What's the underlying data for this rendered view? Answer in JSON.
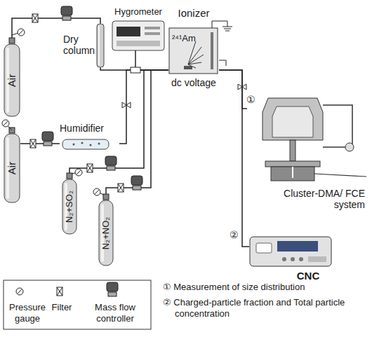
{
  "diagram": {
    "nodes": [
      {
        "text": [
          "Air"
        ]
      },
      {
        "text": [
          "Dry column"
        ]
      },
      {
        "text": [
          "Hygrometer"
        ]
      },
      {
        "text": [
          "Humidifier"
        ]
      },
      {
        "text": [
          "Air"
        ]
      },
      {
        "text": [
          "N₂+SO₂"
        ]
      },
      {
        "text": [
          "N₂+NO₂"
        ]
      },
      {
        "text": [
          "Ionizer",
          "²⁴¹Am"
        ]
      },
      {
        "text": [
          "Cluster-DMA/ FCE system"
        ]
      },
      {
        "text": [
          "CNC"
        ]
      }
    ],
    "edges": [
      {
        "from": 0,
        "to": 1,
        "arrow": "none"
      },
      {
        "from": 1,
        "to": 7,
        "arrow": "none"
      },
      {
        "from": 4,
        "to": 3,
        "arrow": "none"
      },
      {
        "from": 3,
        "to": 7,
        "arrow": "none"
      },
      {
        "from": 2,
        "to": 7,
        "arrow": "none"
      },
      {
        "from": 5,
        "to": 7,
        "arrow": "none"
      },
      {
        "from": 6,
        "to": 7,
        "arrow": "none"
      },
      {
        "from": 7,
        "to": 8,
        "label": "①",
        "arrow": "none"
      },
      {
        "from": 7,
        "to": 9,
        "label": "②",
        "arrow": "none"
      }
    ],
    "labels": [
      "dc voltage",
      "① Measurement of size distribution",
      "② Charged-particle fraction and Total particle concentration"
    ],
    "legend": [
      {
        "text": "Pressure gauge"
      },
      {
        "text": "Filter"
      },
      {
        "text": "Mass flow controller"
      }
    ]
  }
}
